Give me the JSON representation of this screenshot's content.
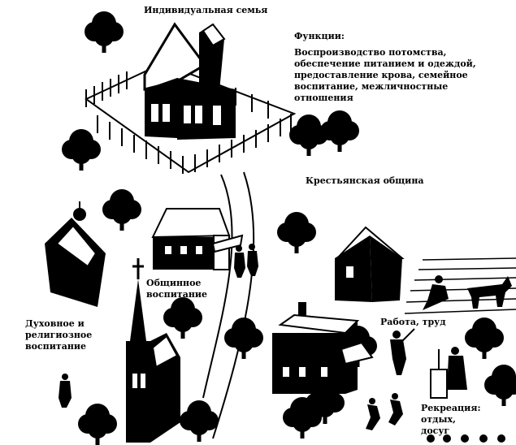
{
  "colors": {
    "ink": "#000000",
    "paper": "#ffffff"
  },
  "labels": {
    "family_title": "Индивидуальная семья",
    "functions_title": "Функции:",
    "functions_text": "Воспроизводство потомства,\nобеспечение питанием и одеждой,\nпредоставление крова, семейное\nвоспитание, межличностные\nотношения",
    "community": "Крестьянская община",
    "community_education": "Общинное\nвоспитание",
    "spiritual": "Духовное и\nрелигиозное\nвоспитание",
    "work": "Работа, труд",
    "recreation": "Рекреация: отдых,\nдосуг"
  }
}
